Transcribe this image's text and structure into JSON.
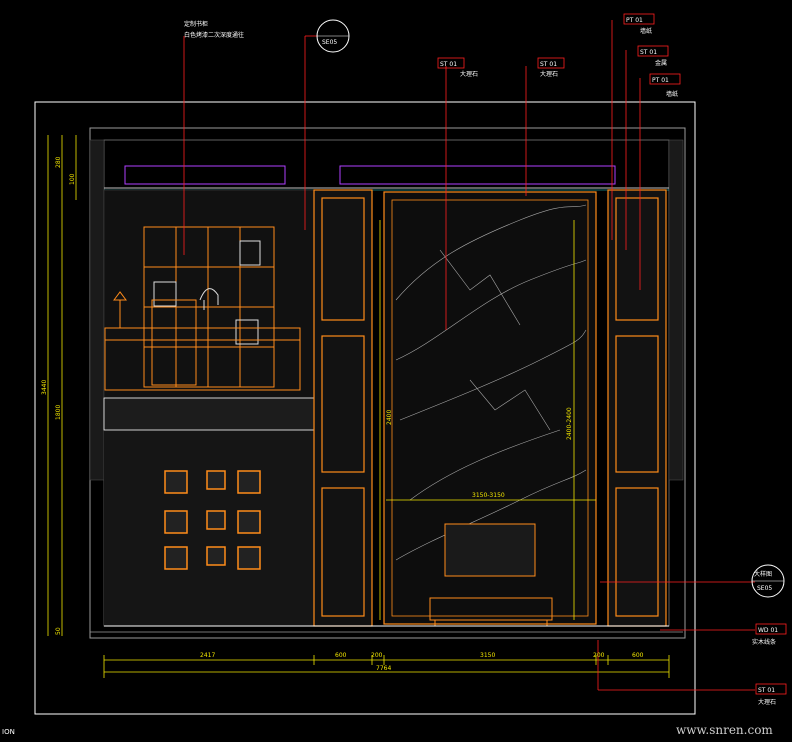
{
  "callouts": {
    "top_left_line1": "定制书柜",
    "top_left_line2": "白色烤漆二次深度通往",
    "ref_bubble_top": "SE05",
    "tag_marble_a_code": "ST 01",
    "tag_marble_a_text": "大理石",
    "tag_marble_b_code": "ST 01",
    "tag_marble_b_text": "大理石",
    "tag_r1_code": "PT 01",
    "tag_r1_text": "墙纸",
    "tag_r2_code": "ST 01",
    "tag_r2_text": "金属",
    "tag_r3_code": "PT 01",
    "tag_r3_text": "墙纸",
    "ref_bubble_right": "SE05",
    "ref_bubble_right_text": "大样图",
    "tag_br1_code": "WD 01",
    "tag_br1_text": "实木线条",
    "tag_br2_code": "ST 01",
    "tag_br2_text": "大理石"
  },
  "dimensions": {
    "left_total": "3440",
    "left_upper": "1800",
    "left_top": "280",
    "left_top2": "100",
    "left_bottom": "50",
    "bottom_a": "2417",
    "bottom_b": "600",
    "bottom_c": "200",
    "bottom_d": "3150",
    "bottom_e": "200",
    "bottom_f": "600",
    "bottom_total": "7764",
    "mid_width": "3150-3150",
    "mid_height": "2400",
    "right_height": "2400-2400"
  },
  "footer": {
    "title_fragment": "ION",
    "watermark": "www.snren.com"
  },
  "colors": {
    "orange": "#ff8c1a",
    "yellow": "#f2e600",
    "red": "#ff2020",
    "cyan": "#25d6d6",
    "purple": "#b040ff",
    "white": "#ffffff",
    "grey": "#9a9a9a"
  }
}
